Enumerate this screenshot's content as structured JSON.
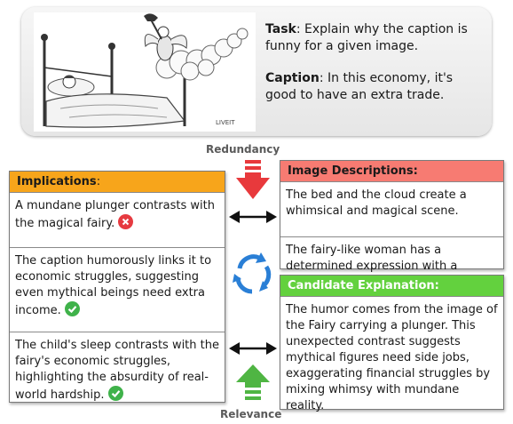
{
  "task": {
    "task_label": "Task",
    "task_text": ": Explain why the caption is funny for a given image.",
    "caption_label": "Caption",
    "caption_text": ": In this economy, it's good to have an extra trade.",
    "signature": "LIVEIT"
  },
  "labels": {
    "redundancy": "Redundancy",
    "relevance": "Relevance"
  },
  "implications": {
    "header_bold": "Implications",
    "header_suffix": ":",
    "items": [
      {
        "text": "A mundane plunger contrasts with the magical fairy.",
        "status": "wrong"
      },
      {
        "text": "The caption humorously links it to economic struggles, suggesting even mythical beings need extra income.",
        "status": "correct"
      },
      {
        "text": "The child's sleep contrasts with the fairy's economic struggles, highlighting the absurdity of real-world hardship.",
        "status": "correct"
      }
    ]
  },
  "image_descriptions": {
    "header": "Image Descriptions:",
    "items": [
      "The bed and the cloud create a whimsical and magical scene.",
      "The fairy-like woman has a determined expression with a plunger"
    ]
  },
  "candidate": {
    "header": "Candidate Explanation:",
    "text": "The humor comes from the image of the Fairy carrying a plunger. This unexpected contrast suggests mythical figures need side jobs, exaggerating financial struggles by mixing whimsy with mundane reality."
  },
  "colors": {
    "redundancy_arrow": "#e8393c",
    "relevance_arrow": "#4fb543",
    "cycle_arrows": "#2a7fd6",
    "implications_header": "#f7a51b",
    "image_desc_header": "#f77b72",
    "candidate_header": "#63d13e"
  }
}
